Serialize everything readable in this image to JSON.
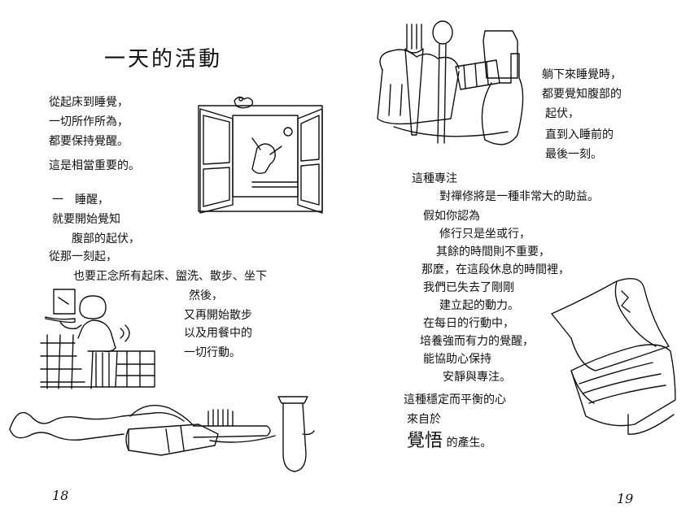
{
  "left": {
    "title": "一天的活動",
    "para1": [
      "從起床到睡覺，",
      "一切所作所為，",
      "都要保持覺醒。",
      "這是相當重要的。"
    ],
    "para2": [
      "一　睡醒，",
      "就要開始覺知",
      "腹部的起伏，",
      "從那一刻起，"
    ],
    "para3_line1": "也要正念所有起床、盥洗、散步、坐下",
    "para3_rest": [
      "然後，",
      "又再開始散步",
      "以及用餐中的",
      "一切行動。"
    ],
    "page_number": "18"
  },
  "right": {
    "top_text": [
      "躺下來睡覺時，",
      "都要覺知腹部的",
      "起伏，",
      "直到入睡前的",
      "最後一刻。"
    ],
    "middle_text": [
      "這種專注",
      "對禪修將是一種非常大的助益。",
      "假如你認為",
      "修行只是坐或行，",
      "其餘的時間則不重要，",
      "那麼，在這段休息的時間裡，",
      "我們已失去了剛剛",
      "建立起的動力。",
      "在每日的行動中，",
      "培養強而有力的覺醒，",
      "能協助心保持",
      "安靜與專注。"
    ],
    "closing_line1": "這種穩定而平衡的心",
    "closing_line2": "來自於",
    "closing_big": "覺悟",
    "closing_end": "的產生。",
    "page_number": "19"
  },
  "icons": [
    "window-cat-drawing",
    "washing-person-drawing",
    "toothbrush-toothpaste-drawing",
    "bread-cutlery-drawing",
    "pillow-blanket-drawing"
  ]
}
